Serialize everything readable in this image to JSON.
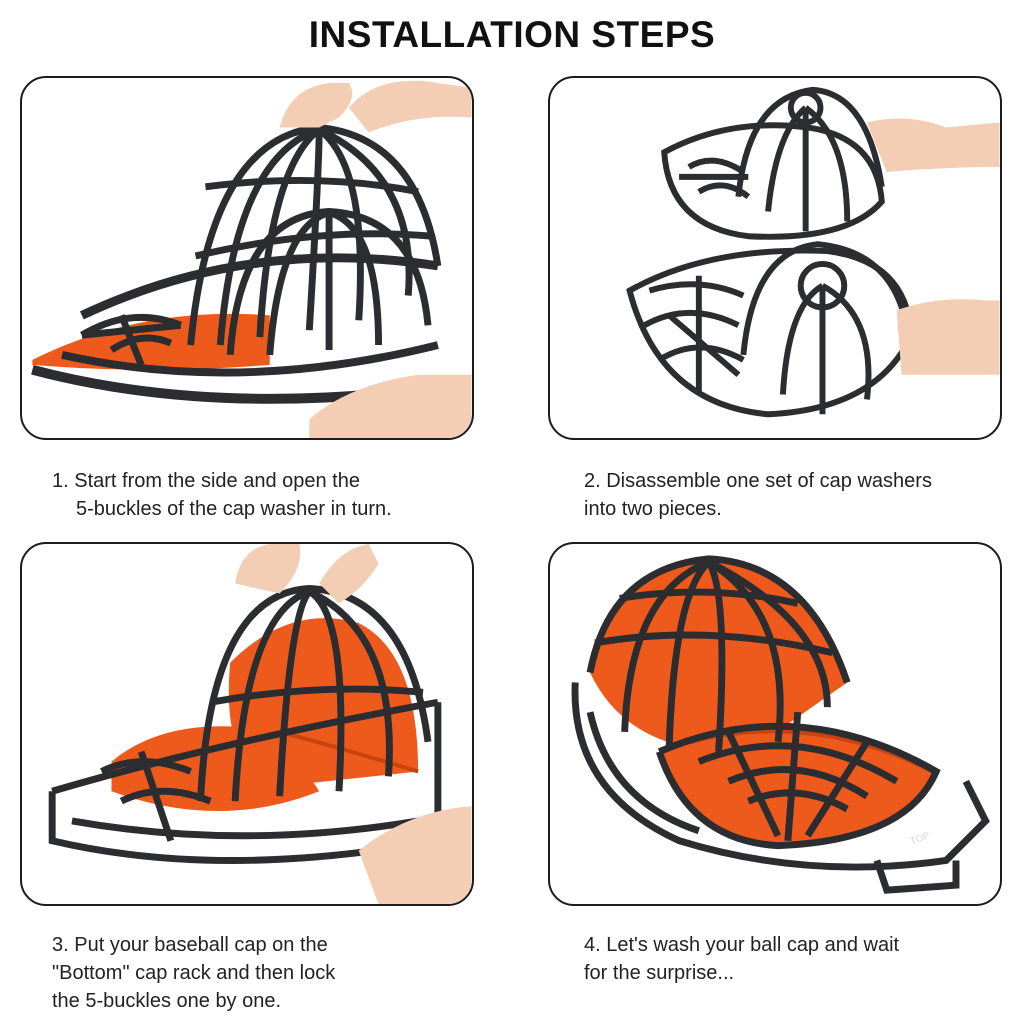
{
  "title": "INSTALLATION STEPS",
  "steps": [
    {
      "lines": [
        "1. Start from the side and open the",
        "5-buckles of the cap washer in turn."
      ]
    },
    {
      "lines": [
        "2. Disassemble one set of cap washers",
        "into two pieces."
      ]
    },
    {
      "lines": [
        "3. Put your baseball cap on the",
        "\"Bottom\" cap rack and then lock",
        "the 5-buckles one by one."
      ]
    },
    {
      "lines": [
        "4. Let's wash your ball cap and wait",
        "for the surprise..."
      ]
    }
  ],
  "rack_label": "TOP",
  "colors": {
    "rack": "#2b2d31",
    "cap": "#ee5a1c",
    "cap_shade": "#c9430f",
    "skin": "#f3cdb4",
    "panel_border": "#1c1c1c"
  },
  "icons": [
    "cap-rack-image",
    "hand-icon",
    "baseball-cap-image"
  ]
}
